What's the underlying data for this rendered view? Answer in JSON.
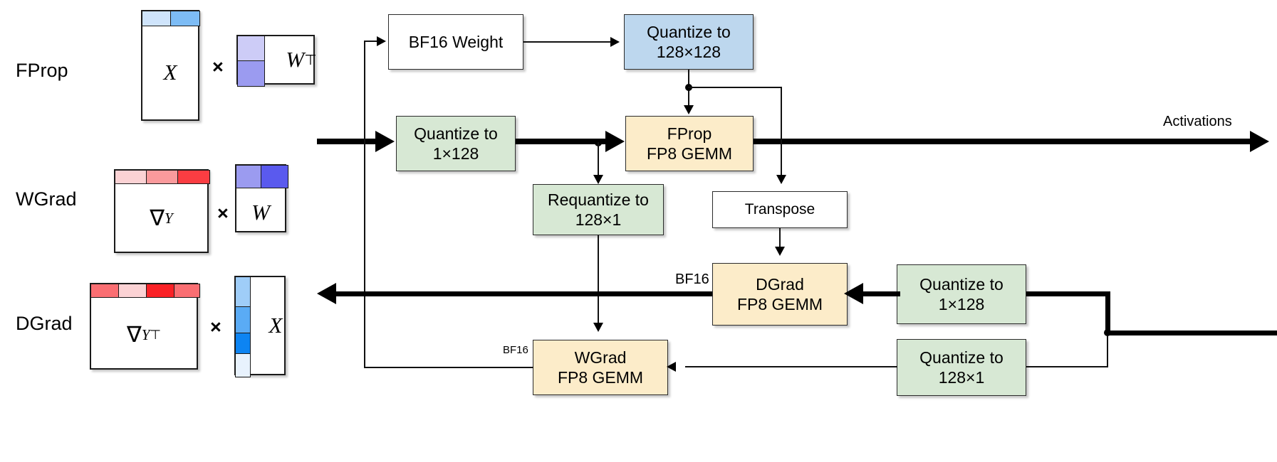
{
  "rows": [
    {
      "name": "FProp",
      "label": "FProp"
    },
    {
      "name": "WGrad",
      "label": "WGrad"
    },
    {
      "name": "DGrad",
      "label": "DGrad"
    }
  ],
  "matrices": {
    "fprop": {
      "left_symbol": "X",
      "right_symbol": "W",
      "right_superscript": "⊤",
      "operator": "×"
    },
    "wgrad": {
      "left_symbol": "∇",
      "left_subscript": "Y",
      "right_symbol": "W",
      "operator": "×"
    },
    "dgrad": {
      "left_symbol": "∇",
      "left_subscript": "Y",
      "left_superscript": "⊤",
      "right_symbol": "X",
      "operator": "×"
    }
  },
  "nodes": {
    "bf16_weight": {
      "label": "BF16 Weight",
      "color": "#ffffff"
    },
    "quantize_128x128": {
      "line1": "Quantize to",
      "line2": "128×128",
      "color": "#bdd7ee"
    },
    "quantize_1x128_top": {
      "line1": "Quantize to",
      "line2": "1×128",
      "color": "#d7e8d4"
    },
    "fprop_gemm": {
      "line1": "FProp",
      "line2": "FP8 GEMM",
      "color": "#fcecc9"
    },
    "requantize_128x1": {
      "line1": "Requantize to",
      "line2": "128×1",
      "color": "#d7e8d4"
    },
    "transpose": {
      "label": "Transpose",
      "color": "#ffffff"
    },
    "dgrad_gemm": {
      "line1": "DGrad",
      "line2": "FP8 GEMM",
      "color": "#fcecc9"
    },
    "wgrad_gemm": {
      "line1": "WGrad",
      "line2": "FP8 GEMM",
      "color": "#fcecc9"
    },
    "quantize_1x128_right": {
      "line1": "Quantize to",
      "line2": "1×128",
      "color": "#d7e8d4"
    },
    "quantize_128x1_right": {
      "line1": "Quantize to",
      "line2": "128×1",
      "color": "#d7e8d4"
    }
  },
  "edge_labels": {
    "activations": "Activations",
    "bf16_dgrad": "BF16",
    "bf16_wgrad": "BF16"
  },
  "palette": {
    "blue_light": "#cfe4fb",
    "blue_mid": "#7dbcf5",
    "blue_strong": "#0d84f2",
    "purple_light": "#cdccf7",
    "purple_mid": "#9b9bf0",
    "purple_strong": "#5a5aee",
    "red_light": "#fbd2d4",
    "red_mid": "#fa9a9c",
    "red_strong": "#fa3d42",
    "box_border": "#1a1a1a",
    "node_border": "#2b2b2b"
  }
}
